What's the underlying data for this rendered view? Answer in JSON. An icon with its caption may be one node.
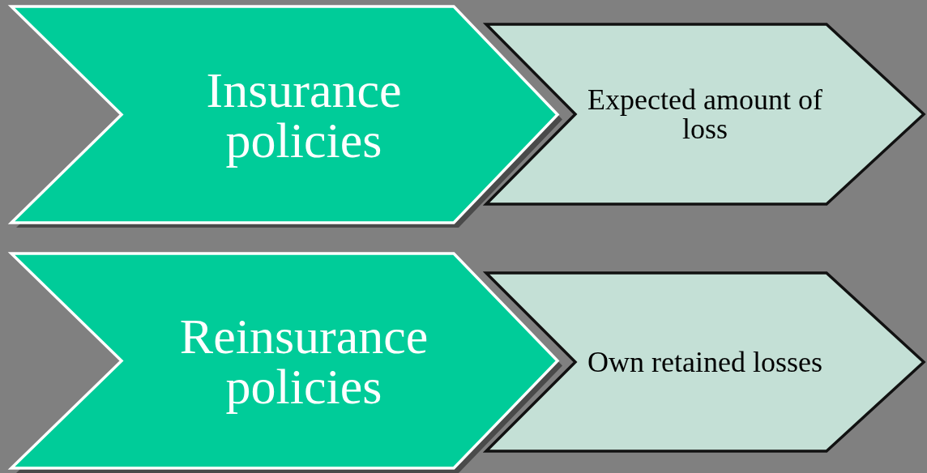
{
  "diagram": {
    "nodes": [
      {
        "text": [
          "Insurance policies"
        ]
      },
      {
        "text": [
          "Expected amount of loss"
        ]
      },
      {
        "text": [
          "Reinsurance policies"
        ]
      },
      {
        "text": [
          "Own retained losses"
        ]
      }
    ]
  }
}
